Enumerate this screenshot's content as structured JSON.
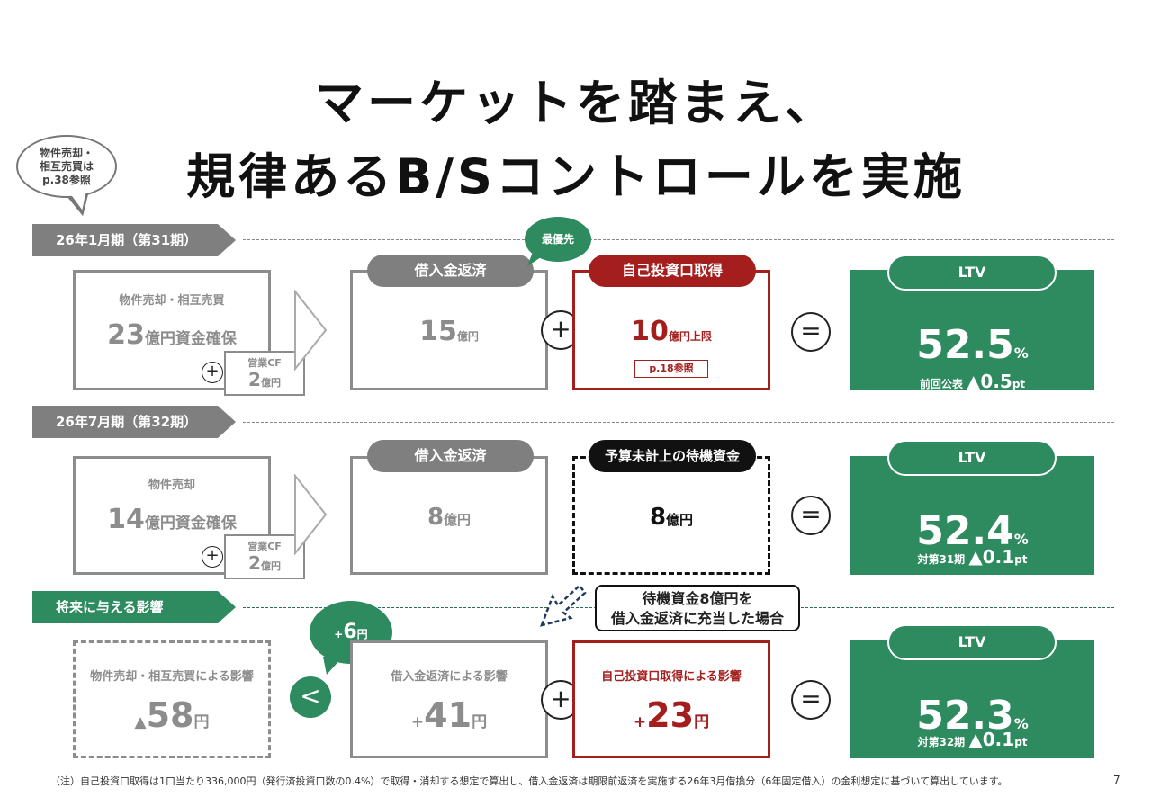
{
  "title": {
    "line1": "マーケットを踏まえ、",
    "line2": "規律あるB/Sコントロールを実施"
  },
  "ref_bubble": {
    "line1": "物件売却・",
    "line2": "相互売買は",
    "line3": "p.38参照"
  },
  "period1": {
    "banner": "26年1月期（第31期）",
    "sale": {
      "label": "物件売却・相互売買",
      "num": "23",
      "unit": "億円資金確保"
    },
    "cf": {
      "label": "営業CF",
      "num": "2",
      "unit": "億円"
    },
    "repay": {
      "pill": "借入金返済",
      "num": "15",
      "unit": "億円"
    },
    "priority": "最優先",
    "buyback": {
      "pill": "自己投資口取得",
      "num": "10",
      "unit": "億円上限",
      "ref": "p.18参照"
    },
    "ltv": {
      "pill": "LTV",
      "num": "52.5",
      "pct": "%",
      "cmp_label": "前回公表",
      "cmp_val": "▲0.5",
      "cmp_unit": "pt"
    }
  },
  "period2": {
    "banner": "26年7月期（第32期）",
    "sale": {
      "label": "物件売却",
      "num": "14",
      "unit": "億円資金確保"
    },
    "cf": {
      "label": "営業CF",
      "num": "2",
      "unit": "億円"
    },
    "repay": {
      "pill": "借入金返済",
      "num": "8",
      "unit": "億円"
    },
    "standby": {
      "pill": "予算未計上の待機資金",
      "num": "8",
      "unit": "億円"
    },
    "ltv": {
      "pill": "LTV",
      "num": "52.4",
      "pct": "%",
      "cmp_label": "対第31期",
      "cmp_val": "▲0.1",
      "cmp_unit": "pt"
    }
  },
  "future": {
    "banner": "将来に与える影響",
    "callout": {
      "line1": "待機資金8億円を",
      "line2": "借入金返済に充当した場合"
    },
    "plus_bubble": {
      "sign": "+",
      "num": "6",
      "unit": "円"
    },
    "sale": {
      "label": "物件売却・相互売買による影響",
      "sign": "▲",
      "num": "58",
      "unit": "円"
    },
    "lt": "<",
    "repay": {
      "label": "借入金返済による影響",
      "sign": "+",
      "num": "41",
      "unit": "円"
    },
    "buyback": {
      "label": "自己投資口取得による影響",
      "sign": "+",
      "num": "23",
      "unit": "円"
    },
    "ltv": {
      "pill": "LTV",
      "num": "52.3",
      "pct": "%",
      "cmp_label": "対第32期",
      "cmp_val": "▲0.1",
      "cmp_unit": "pt"
    }
  },
  "ops": {
    "plus": "+",
    "equals": "="
  },
  "footnote": "（注）自己投資口取得は1口当たり336,000円（発行済投資口数の0.4%）で取得・消却する想定で算出し、借入金返済は期限前返済を実施する26年3月借換分（6年固定借入）の金利想定に基づいて算出しています。",
  "page_number": "7",
  "colors": {
    "green": "#2e8b5f",
    "red": "#a51e1e",
    "gray": "#7f7f7f",
    "black": "#111111"
  }
}
